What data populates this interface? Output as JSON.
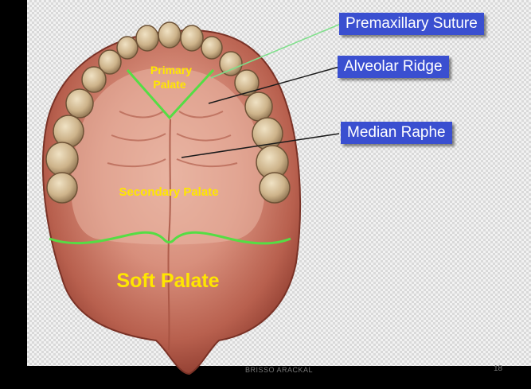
{
  "labels": {
    "premaxillary_suture": "Premaxillary Suture",
    "alveolar_ridge": "Alveolar Ridge",
    "median_raphe": "Median Raphe",
    "primary_palate_line1": "Primary",
    "primary_palate_line2": "Palate",
    "secondary_palate": "Secondary Palate",
    "soft_palate": "Soft Palate"
  },
  "footer": {
    "author": "BRISSO ARACKAL",
    "page_number": "18"
  },
  "colors": {
    "callout_box": "#3a4fd0",
    "callout_text": "#ffffff",
    "in_image_label": "#ffe600",
    "suture_line": "#55dd44",
    "leader_premaxillary": "#7ee08a",
    "leader_dark": "#1a1a1a"
  },
  "icons": {
    "illustration": "palate-illustration"
  }
}
